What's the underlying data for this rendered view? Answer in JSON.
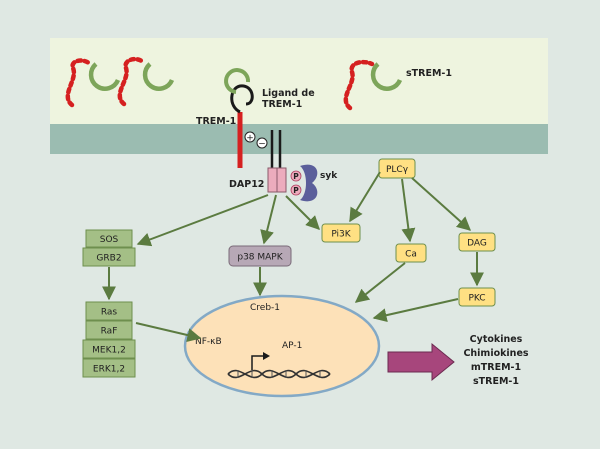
{
  "labels": {
    "ligand": [
      "Ligand de",
      "TREM-1"
    ],
    "trem1": "TREM-1",
    "strem1_top": "sTREM-1",
    "dap12": "DAP12",
    "p1": "P",
    "p2": "P",
    "syk": "syk",
    "plc": "PLCγ",
    "pi3k": "Pi3K",
    "ca": "Ca",
    "dag": "DAG",
    "pkc": "PKC",
    "sos": "SOS",
    "grb2": "GRB2",
    "p38": "p38 MAPK",
    "ras": "Ras",
    "raf": "RaF",
    "mek": "MEK1,2",
    "erk": "ERK1,2",
    "creb": "Creb-1",
    "nfkb": "NF-κB",
    "ap1": "AP-1",
    "plus": "+",
    "minus": "−",
    "outputs": [
      "Cytokines",
      "Chimiokines",
      "mTREM-1",
      "sTREM-1"
    ]
  },
  "colors": {
    "extracellular": "#eef4df",
    "membrane": "#9bbcb1",
    "background": "#dfe8e3",
    "green_box": "#a4bf86",
    "yellow_box": "#ffe083",
    "gray_box": "#b7a8b6",
    "pink_box": "#ecacbd",
    "nucleus_fill": "#fde1b8",
    "nucleus_stroke": "#83a9c6",
    "receptor_red": "#d52020",
    "green_arc": "#7da55a",
    "syk": "#5b5f9b",
    "arrow": "#5b7b40",
    "big_arrow": "#a7467c"
  }
}
